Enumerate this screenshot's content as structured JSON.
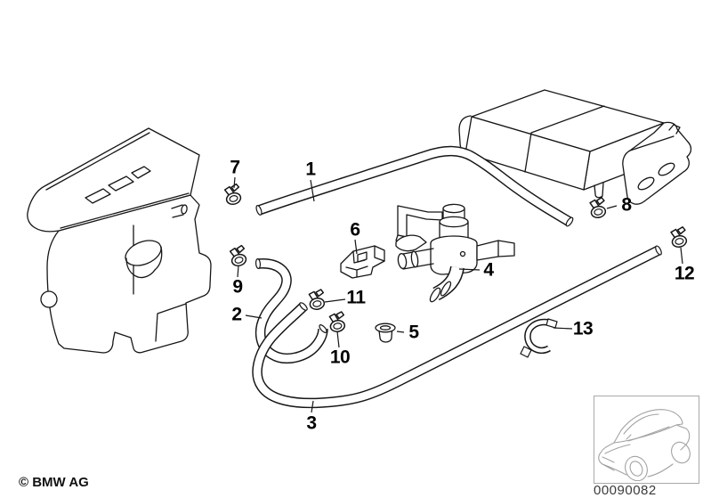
{
  "diagram": {
    "copyright": "© BMW AG",
    "diagram_number": "00090082",
    "callouts": [
      {
        "label": "1"
      },
      {
        "label": "2"
      },
      {
        "label": "3"
      },
      {
        "label": "4"
      },
      {
        "label": "5"
      },
      {
        "label": "6"
      },
      {
        "label": "7"
      },
      {
        "label": "8"
      },
      {
        "label": "9"
      },
      {
        "label": "10"
      },
      {
        "label": "11"
      },
      {
        "label": "12"
      },
      {
        "label": "13"
      }
    ]
  }
}
